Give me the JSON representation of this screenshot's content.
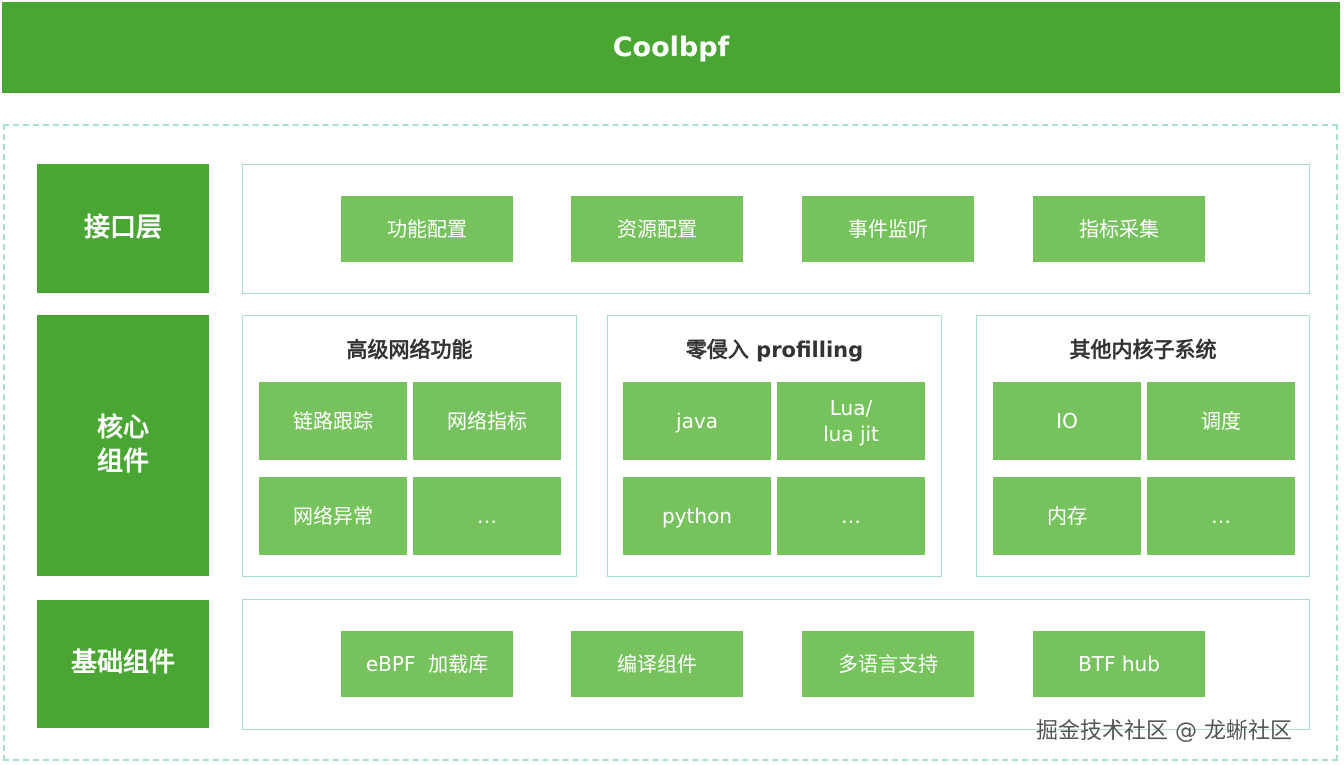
{
  "header": {
    "title": "Coolbpf"
  },
  "layers": {
    "interface": {
      "label": "接口层",
      "items": [
        "功能配置",
        "资源配置",
        "事件监听",
        "指标采集"
      ]
    },
    "core": {
      "label": "核心\n组件",
      "groups": [
        {
          "title": "高级网络功能",
          "items": [
            "链路跟踪",
            "网络指标",
            "网络异常",
            "…"
          ]
        },
        {
          "title": "零侵入 profilling",
          "items": [
            "java",
            "Lua/\nlua jit",
            "python",
            "…"
          ]
        },
        {
          "title": "其他内核子系统",
          "items": [
            "IO",
            "调度",
            "内存",
            "…"
          ]
        }
      ]
    },
    "base": {
      "label": "基础组件",
      "items": [
        "eBPF  加载库",
        "编译组件",
        "多语言支持",
        "BTF hub"
      ]
    }
  },
  "watermark": "掘金技术社区 @ 龙蜥社区",
  "colors": {
    "header": "#4aa633",
    "label": "#4aa633",
    "box": "#76c35e",
    "border": "#a9dfc9"
  }
}
